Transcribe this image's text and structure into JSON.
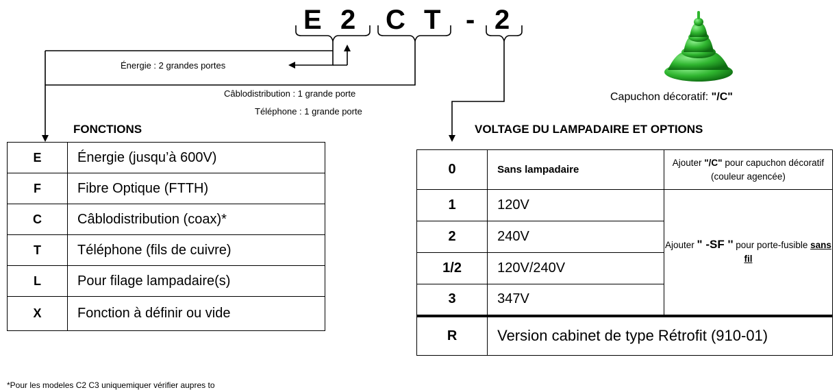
{
  "code": {
    "chars": [
      "E",
      "2",
      "C",
      "T",
      "-",
      "2"
    ]
  },
  "annotations": {
    "energy": "Énergie : 2 grandes portes",
    "cable": "Câblodistribution : 1 grande porte",
    "phone": "Téléphone : 1 grande porte"
  },
  "cap": {
    "icon": "decorative-cap-icon",
    "label": "Capuchon décoratif: ",
    "code": "\"/C\""
  },
  "functions": {
    "heading": "FONCTIONS",
    "rows": [
      {
        "code": "E",
        "label": "Énergie (jusqu’à 600V)"
      },
      {
        "code": "F",
        "label": "Fibre Optique (FTTH)"
      },
      {
        "code": "C",
        "label": "Câblodistribution (coax)*"
      },
      {
        "code": "T",
        "label": "Téléphone (fils de cuivre)"
      },
      {
        "code": "L",
        "label": "Pour filage lampadaire(s)"
      },
      {
        "code": "X",
        "label": "Fonction à définir ou vide"
      }
    ],
    "footnote": "*Pour les modeles C2 C3 uniquemiquer vérifier aupres to"
  },
  "voltage": {
    "heading": "VOLTAGE DU LAMPADAIRE ET OPTIONS",
    "rows": [
      {
        "code": "0",
        "label": "Sans lampadaire"
      },
      {
        "code": "1",
        "label": "120V"
      },
      {
        "code": "2",
        "label": "240V"
      },
      {
        "code": "1/2",
        "label": "120V/240V"
      },
      {
        "code": "3",
        "label": "347V"
      }
    ],
    "note_c": {
      "pre": "Ajouter ",
      "code": "\"/C\"",
      "post": " pour capuchon décoratif (couleur agencée)"
    },
    "note_sf": {
      "pre": "Ajouter ",
      "code": "\" -SF ''",
      "mid": " pour porte-fusible ",
      "emph": "sans fil"
    },
    "retrofit": {
      "code": "R",
      "label": "Version cabinet de type Rétrofit (910-01)"
    }
  },
  "colors": {
    "cap_green": "#2fb52f",
    "cap_dark": "#0e6b12",
    "cap_light": "#8cf08c"
  }
}
